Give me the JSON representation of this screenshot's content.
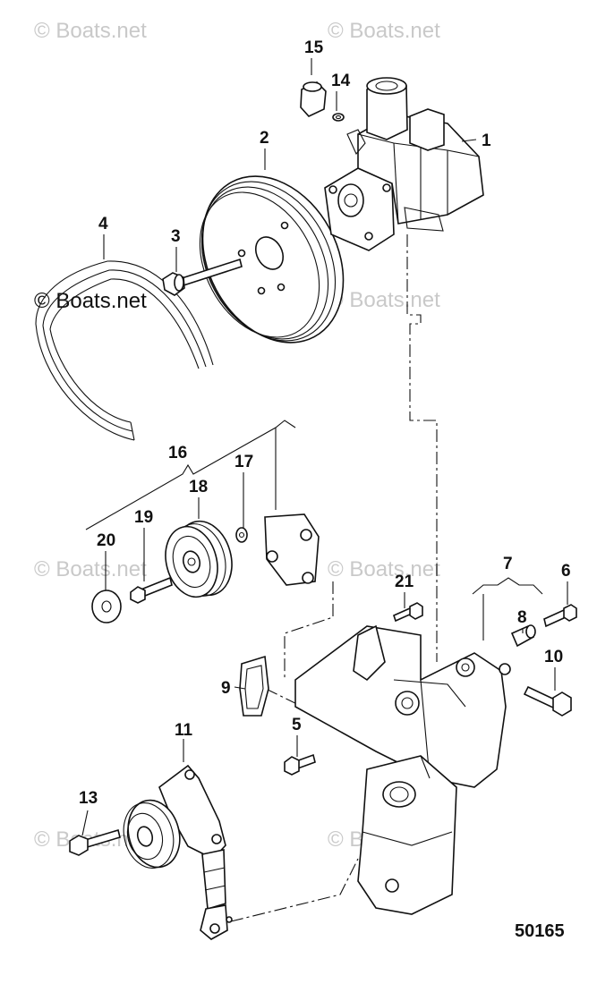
{
  "watermark": {
    "text": "© Boats.net",
    "color": "#c9c9c9"
  },
  "brand_watermark": {
    "text": "© Boats.net",
    "color": "#111111"
  },
  "reference_number": "50165",
  "callouts": [
    {
      "id": "1",
      "label": "1"
    },
    {
      "id": "2",
      "label": "2"
    },
    {
      "id": "3",
      "label": "3"
    },
    {
      "id": "4",
      "label": "4"
    },
    {
      "id": "5",
      "label": "5"
    },
    {
      "id": "6",
      "label": "6"
    },
    {
      "id": "7",
      "label": "7"
    },
    {
      "id": "8",
      "label": "8"
    },
    {
      "id": "9",
      "label": "9"
    },
    {
      "id": "10",
      "label": "10"
    },
    {
      "id": "11",
      "label": "11"
    },
    {
      "id": "13",
      "label": "13"
    },
    {
      "id": "14",
      "label": "14"
    },
    {
      "id": "15",
      "label": "15"
    },
    {
      "id": "16",
      "label": "16"
    },
    {
      "id": "17",
      "label": "17"
    },
    {
      "id": "18",
      "label": "18"
    },
    {
      "id": "19",
      "label": "19"
    },
    {
      "id": "20",
      "label": "20"
    },
    {
      "id": "21",
      "label": "21"
    }
  ]
}
